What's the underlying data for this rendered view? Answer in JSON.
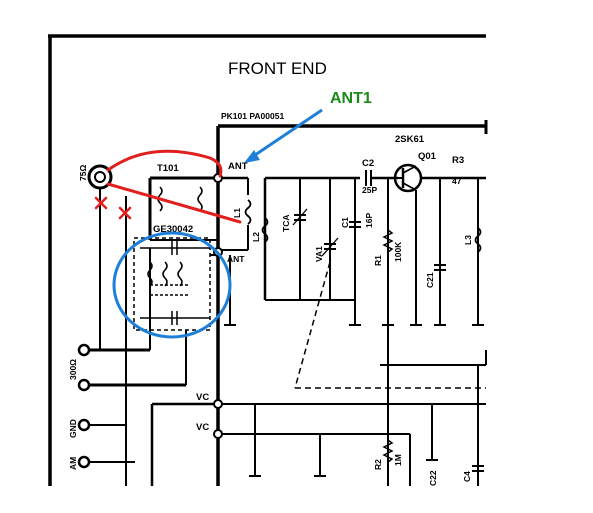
{
  "diagram": {
    "title": "FRONT END",
    "module": "PK101 PA00051",
    "annotation": {
      "label": "ANT1",
      "color": "#1a8a1a",
      "arrow_color": "#1e7fd8"
    },
    "markup_color_red": "#e0201e",
    "markup_color_blue": "#1e7fd8",
    "connector": {
      "label": "75Ω"
    },
    "pins": {
      "ant_top": "ANT",
      "ant_bottom": "ANT",
      "vc1": "VC",
      "vc2": "VC"
    },
    "left_terminals": [
      "300Ω",
      "GND",
      "AM"
    ],
    "components": {
      "t101": "T101",
      "ge30042": "GE30042",
      "l1": "L1",
      "l2": "L2",
      "tca": "TCA",
      "va1": "VA1",
      "c1": "C1",
      "c1_value": "16P",
      "c2": "C2",
      "c2_value": "25P",
      "r1": "R1",
      "r1_value": "100K",
      "transistor_part": "2SK61",
      "transistor_ref": "Q01",
      "r3": "R3",
      "r3_value": "47",
      "c21": "C21",
      "l3": "L3",
      "r2": "R2",
      "r2_value": "1M",
      "c22": "C22",
      "c4": "C4"
    }
  }
}
